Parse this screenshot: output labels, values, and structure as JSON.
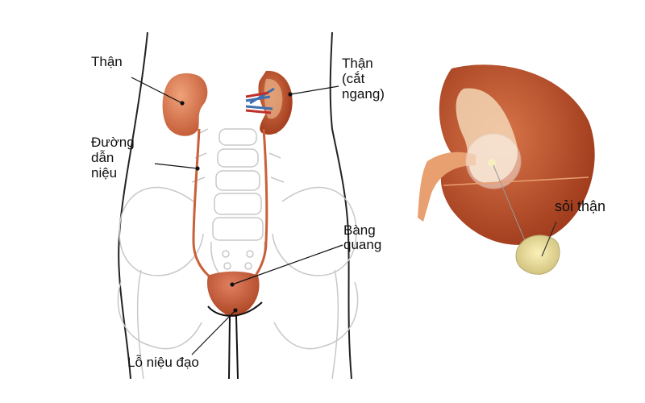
{
  "labels": {
    "kidney": "Thận",
    "kidney_section_1": "Thận",
    "kidney_section_2": "(cắt",
    "kidney_section_3": "ngang)",
    "ureter_1": "Đường",
    "ureter_2": "dẫn",
    "ureter_3": "niệu",
    "bladder_1": "Bàng",
    "bladder_2": "quang",
    "urethra": "Lỗ niệu đạo",
    "stone": "sỏi thận"
  },
  "colors": {
    "kidney": "#c9603a",
    "bladder": "#b84a2c",
    "stone": "#efe2a0",
    "bone_outline": "#c8c8c8"
  }
}
